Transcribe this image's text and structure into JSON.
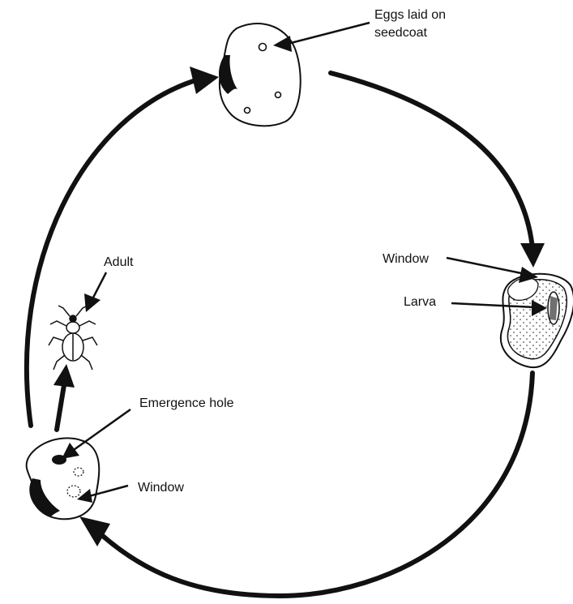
{
  "labels": {
    "eggs_line1": "Eggs laid on",
    "eggs_line2": "seedcoat",
    "window_top": "Window",
    "larva": "Larva",
    "adult": "Adult",
    "emergence_hole": "Emergence hole",
    "window_bottom": "Window"
  },
  "colors": {
    "ink": "#111111",
    "paper": "#ffffff"
  },
  "icons": {
    "seed_with_eggs": "seed-with-eggs-icon",
    "seed_with_larva": "seed-with-larva-icon",
    "seed_with_emergence_hole": "seed-with-emergence-hole-icon",
    "adult_beetle": "beetle-icon"
  }
}
